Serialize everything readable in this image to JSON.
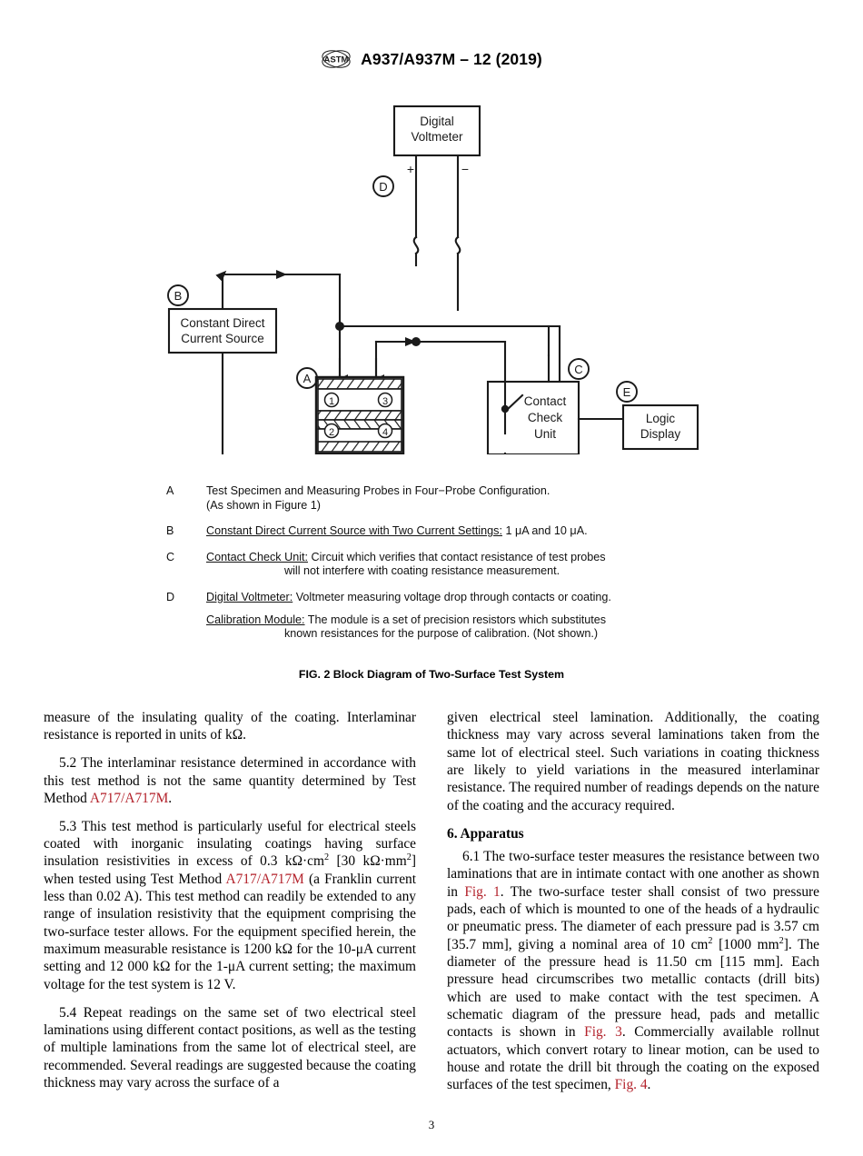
{
  "header": {
    "logo_icon": "astm-logo-icon",
    "title": "A937/A937M – 12 (2019)"
  },
  "figure": {
    "caption": "FIG. 2  Block Diagram of Two-Surface Test System",
    "blocks": {
      "voltmeter": {
        "tag": "D",
        "line1": "Digital",
        "line2": "Voltmeter",
        "plus": "+",
        "minus": "−"
      },
      "source": {
        "tag": "B",
        "line1": "Constant Direct",
        "line2": "Current Source"
      },
      "specimen": {
        "tag": "A",
        "probe1": "①",
        "probe2": "②",
        "probe3": "③",
        "probe4": "④"
      },
      "contact_check": {
        "tag": "C",
        "line1": "Contact",
        "line2": "Check",
        "line3": "Unit"
      },
      "logic_display": {
        "tag": "E",
        "line1": "Logic",
        "line2": "Display"
      }
    }
  },
  "legend": [
    {
      "key": "A",
      "line1": "Test Specimen and Measuring Probes in Four−Probe Configuration.",
      "line2": "(As shown in Figure 1)"
    },
    {
      "key": "B",
      "label": "Constant Direct Current Source with Two Current Settings:",
      "text": " 1 μA and 10 μA."
    },
    {
      "key": "C",
      "label": "Contact Check Unit:",
      "text": " Circuit which verifies that contact resistance of test probes",
      "line2": "will not interfere with coating resistance measurement."
    },
    {
      "key": "D",
      "label": "Digital Voltmeter:",
      "text": " Voltmeter measuring voltage drop through contacts or coating."
    },
    {
      "key": "",
      "label": "Calibration Module:",
      "text": " The module is a set of precision resistors which substitutes",
      "line2": "known resistances for the purpose of calibration. (Not shown.)"
    }
  ],
  "body": {
    "left": {
      "p_cont": {
        "t1": "measure of the insulating quality of the coating. Interlaminar resistance is reported in units of kΩ."
      },
      "p52": {
        "t1": "5.2 The interlaminar resistance determined in accordance with this test method is not the same quantity determined by Test Method ",
        "link1": "A717/A717M",
        "t2": "."
      },
      "p53": {
        "t1": "5.3 This test method is particularly useful for electrical steels coated with inorganic insulating coatings having surface insulation resistivities in excess of 0.3 kΩ·cm",
        "sup1": "2",
        "t2": " [30 kΩ·mm",
        "sup2": "2",
        "t3": "] when tested using Test Method ",
        "link1": "A717/A717M",
        "t4": " (a Franklin current less than 0.02 A). This test method can readily be extended to any range of insulation resistivity that the equipment comprising the two-surface tester allows. For the equipment specified herein, the maximum measurable resistance is 1200 kΩ for the 10-μA current setting and 12 000 kΩ for the 1-μA current setting; the maximum voltage for the test system is 12 V."
      },
      "p54": {
        "t1": "5.4 Repeat readings on the same set of two electrical steel laminations using different contact positions, as well as the testing of multiple laminations from the same lot of electrical steel, are recommended. Several readings are suggested because the coating thickness may vary across the surface of a"
      }
    },
    "right": {
      "p_cont": {
        "t1": "given electrical steel lamination. Additionally, the coating thickness may vary across several laminations taken from the same lot of electrical steel. Such variations in coating thickness are likely to yield variations in the measured interlaminar resistance. The required number of readings depends on the nature of the coating and the accuracy required."
      },
      "heading6": "6.  Apparatus",
      "p61": {
        "t1": "6.1 The two-surface tester measures the resistance between two laminations that are in intimate contact with one another as shown in ",
        "link1": "Fig. 1",
        "t2": ". The two-surface tester shall consist of two pressure pads, each of which is mounted to one of the heads of a hydraulic or pneumatic press. The diameter of each pressure pad is 3.57 cm [35.7 mm], giving a nominal area of 10 cm",
        "sup1": "2",
        "t3": " [1000 mm",
        "sup2": "2",
        "t4": "]. The diameter of the pressure head is 11.50 cm [115 mm]. Each pressure head circumscribes two metallic contacts (drill bits) which are used to make contact with the test specimen. A schematic diagram of the pressure head, pads and metallic contacts is shown in ",
        "link2": "Fig. 3",
        "t5": ". Commercially available rollnut actuators, which convert rotary to linear motion, can be used to house and rotate the drill bit through the coating on the exposed surfaces of the test specimen, ",
        "link3": "Fig. 4",
        "t6": "."
      }
    }
  },
  "footer": {
    "page_number": "3"
  },
  "colors": {
    "link": "#b3222b",
    "text": "#000000"
  }
}
